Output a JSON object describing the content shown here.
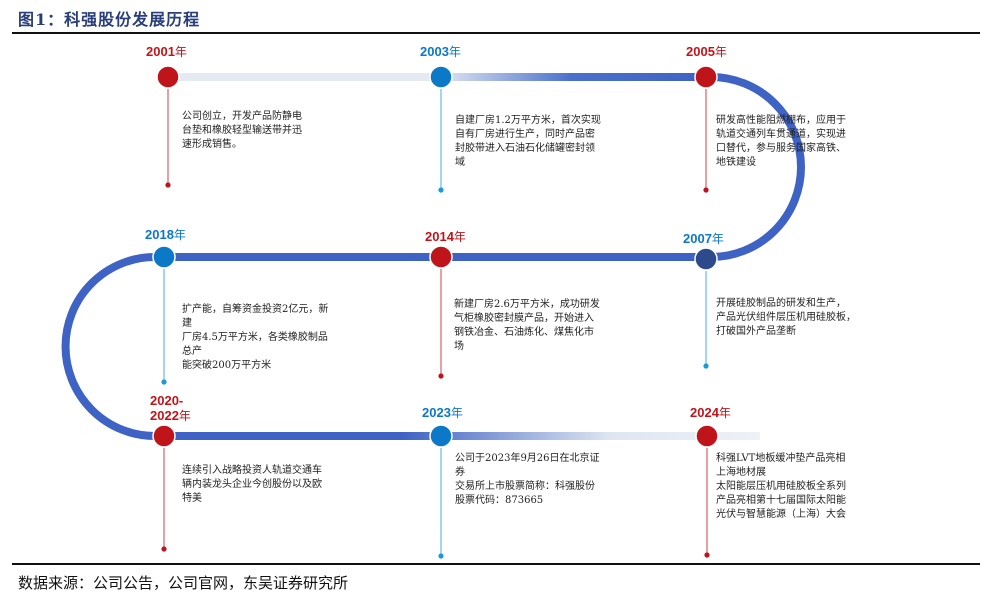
{
  "title": "图1：科强股份发展历程",
  "source": "数据来源：公司公告，公司官网，东吴证券研究所",
  "colors": {
    "red": "#c0141b",
    "blue": "#0c78c8",
    "navy": "#2c4a8c",
    "path_dark": "#3e63c4",
    "path_light": "#dfe6f2"
  },
  "milestones": [
    {
      "year": "2001",
      "suffix": "年",
      "color": "red",
      "text": "公司创立，开发产品防静电\n台垫和橡胶轻型输送带并迅\n速形成销售。"
    },
    {
      "year": "2003",
      "suffix": "年",
      "color": "blue",
      "text": "自建厂房1.2万平方米，首次实现\n自有厂房进行生产，同时产品密\n封胶带进入石油石化储罐密封领\n域"
    },
    {
      "year": "2005",
      "suffix": "年",
      "color": "red",
      "text": "研发高性能阻燃棚布，应用于\n轨道交通列车贯通道，实现进\n口替代，参与服务国家高铁、\n地铁建设"
    },
    {
      "year": "2007",
      "suffix": "年",
      "color": "navy",
      "text": "开展硅胶制品的研发和生产，\n产品光伏组件层压机用硅胶板，\n打破国外产品垄断"
    },
    {
      "year": "2014",
      "suffix": "年",
      "color": "red",
      "text": "新建厂房2.6万平方米，成功研发\n气柜橡胶密封膜产品，开始进入\n钢铁冶金、石油炼化、煤焦化市\n场"
    },
    {
      "year": "2018",
      "suffix": "年",
      "color": "blue",
      "text": "扩产能，自筹资金投资2亿元，新建\n厂房4.5万平方米，各类橡胶制品总产\n能突破200万平方米"
    },
    {
      "year": "2020-\n2022",
      "suffix": "年",
      "color": "red",
      "text": "连续引入战略投资人轨道交通车\n辆内装龙头企业今创股份以及欧\n特美"
    },
    {
      "year": "2023",
      "suffix": "年",
      "color": "blue",
      "text": "公司于2023年9月26日在北京证券\n交易所上市股票简称：科强股份\n股票代码：873665"
    },
    {
      "year": "2024",
      "suffix": "年",
      "color": "red",
      "text": "科强LVT地板缓冲垫产品亮相\n上海地材展\n太阳能层压机用硅胶板全系列\n产品亮相第十七届国际太阳能\n光伏与智慧能源（上海）大会"
    }
  ]
}
